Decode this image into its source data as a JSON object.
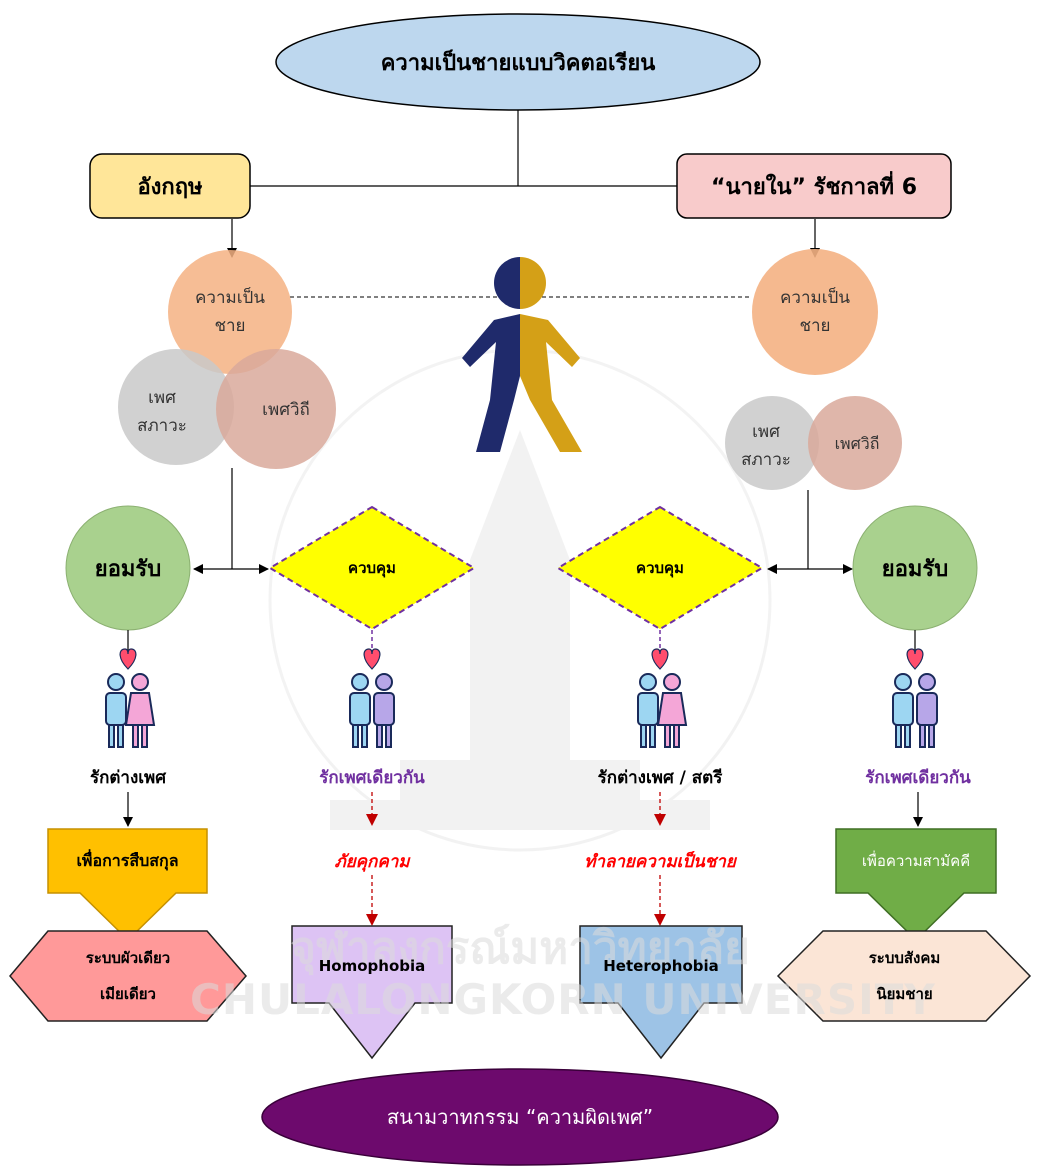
{
  "title": "ความเป็นชายแบบวิคตอเรียน",
  "left_header": "อังกฤษ",
  "right_header": "“นายใน” รัชกาลที่ 6",
  "left_venn": {
    "top": "ความเป็น\nชาย",
    "left": "เพศ\nสภาวะ",
    "right": "เพศวิถี"
  },
  "right_venn": {
    "top": "ความเป็น\nชาย",
    "left": "เพศ\nสภาวะ",
    "right": "เพศวิถี"
  },
  "accept_left": "ยอมรับ",
  "accept_right": "ยอมรับ",
  "control_left": "ควบคุม",
  "control_right": "ควบคุม",
  "couples": [
    {
      "caption": "รักต่างเพศ",
      "style": "hetero",
      "caption_color": "#000000"
    },
    {
      "caption": "รักเพศเดียวกัน",
      "style": "homo",
      "caption_color": "#7030a0"
    },
    {
      "caption": "รักต่างเพศ / สตรี",
      "style": "hetero",
      "caption_color": "#000000"
    },
    {
      "caption": "รักเพศเดียวกัน",
      "style": "homo",
      "caption_color": "#7030a0"
    }
  ],
  "threat_left": "ภัยคุกคาม",
  "threat_right": "ทำลายความเป็นชาย",
  "purpose_left": "เพื่อการสืบสกุล",
  "purpose_right": "เพื่อความสามัคคี",
  "phobia_left": "Homophobia",
  "phobia_right": "Heterophobia",
  "outcome_left": "ระบบผัวเดียว\nเมียเดียว",
  "outcome_right": "ระบบสังคม\nนิยมชาย",
  "bottom": "สนามวาทกรรม “ความผิดเพศ”",
  "watermark": {
    "line1": "จุฬาลงกรณ์มหาวิทยาลัย",
    "line2": "CHULALONGKORN UNIVERSITY"
  },
  "colors": {
    "title_fill": "#bdd7ee",
    "left_header_fill": "#ffe699",
    "right_header_fill": "#f8cbcb",
    "circle_top": "#f4b183",
    "circle_left": "#c9c9c9",
    "circle_right": "#d9a99b",
    "accept_fill": "#a9d18e",
    "control_fill": "#ffff00",
    "control_border": "#7030a0",
    "purpose_left_fill": "#ffc000",
    "purpose_right_fill": "#70ad47",
    "outcome_left_fill": "#ff9999",
    "outcome_right_fill": "#fbe5d6",
    "homophobia_fill": "#ddc3f4",
    "heterophobia_fill": "#9dc3e6",
    "bottom_fill": "#6d0a6d",
    "figure_navy": "#1f2a6b",
    "figure_gold": "#d4a017"
  }
}
